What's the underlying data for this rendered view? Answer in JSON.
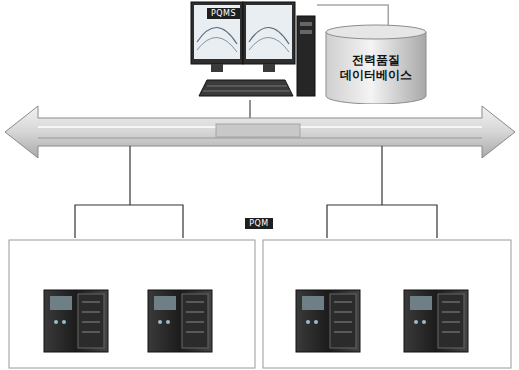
{
  "diagram": {
    "nodes": [
      {
        "text": [
          "PQMS"
        ]
      },
      {
        "text": [
          "전력품질 데이터베이스"
        ]
      }
    ],
    "edges": [
      {
        "from": 0,
        "to": 1,
        "arrow": "none"
      }
    ],
    "labels": [
      "PQM"
    ]
  }
}
